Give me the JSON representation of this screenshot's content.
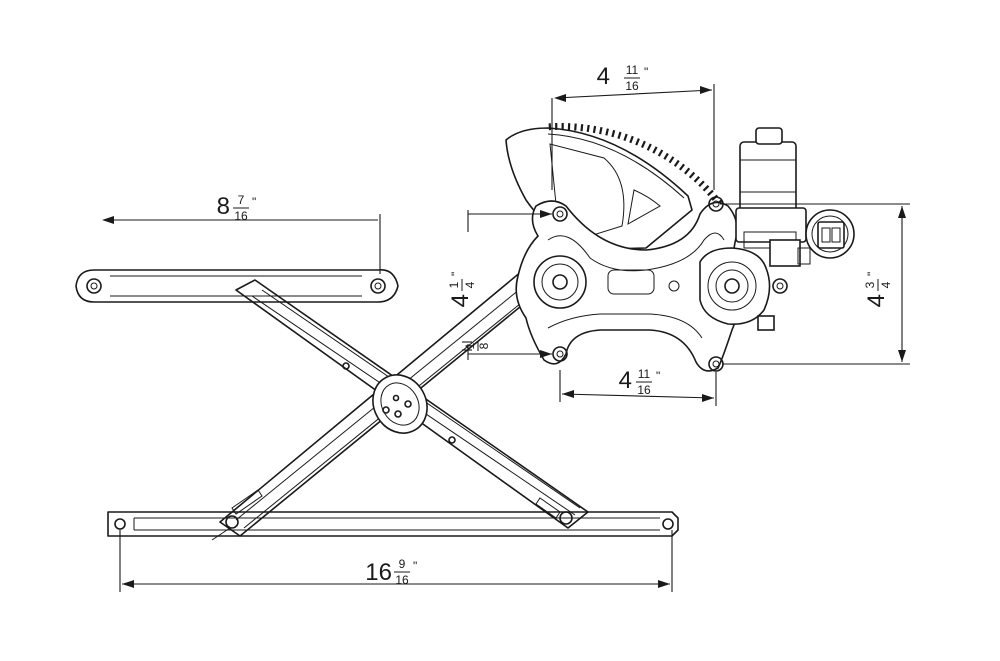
{
  "colors": {
    "line": "#1a1a1a",
    "background": "#ffffff"
  },
  "dimensions": {
    "gear_width": {
      "whole": "4",
      "num": "11",
      "den": "16",
      "mark": "\""
    },
    "arm_length": {
      "whole": "8",
      "num": "7",
      "den": "16",
      "mark": "\""
    },
    "plate_height": {
      "whole": "4",
      "num": "1",
      "den": "4",
      "mark": "\""
    },
    "motor_height": {
      "whole": "4",
      "num": "3",
      "den": "4",
      "mark": "\""
    },
    "offset_small": {
      "whole": "",
      "num": "1",
      "den": "8",
      "mark": ""
    },
    "mount_span": {
      "whole": "4",
      "num": "11",
      "den": "16",
      "mark": "\""
    },
    "rail_length": {
      "whole": "16",
      "num": "9",
      "den": "16",
      "mark": "\""
    }
  }
}
